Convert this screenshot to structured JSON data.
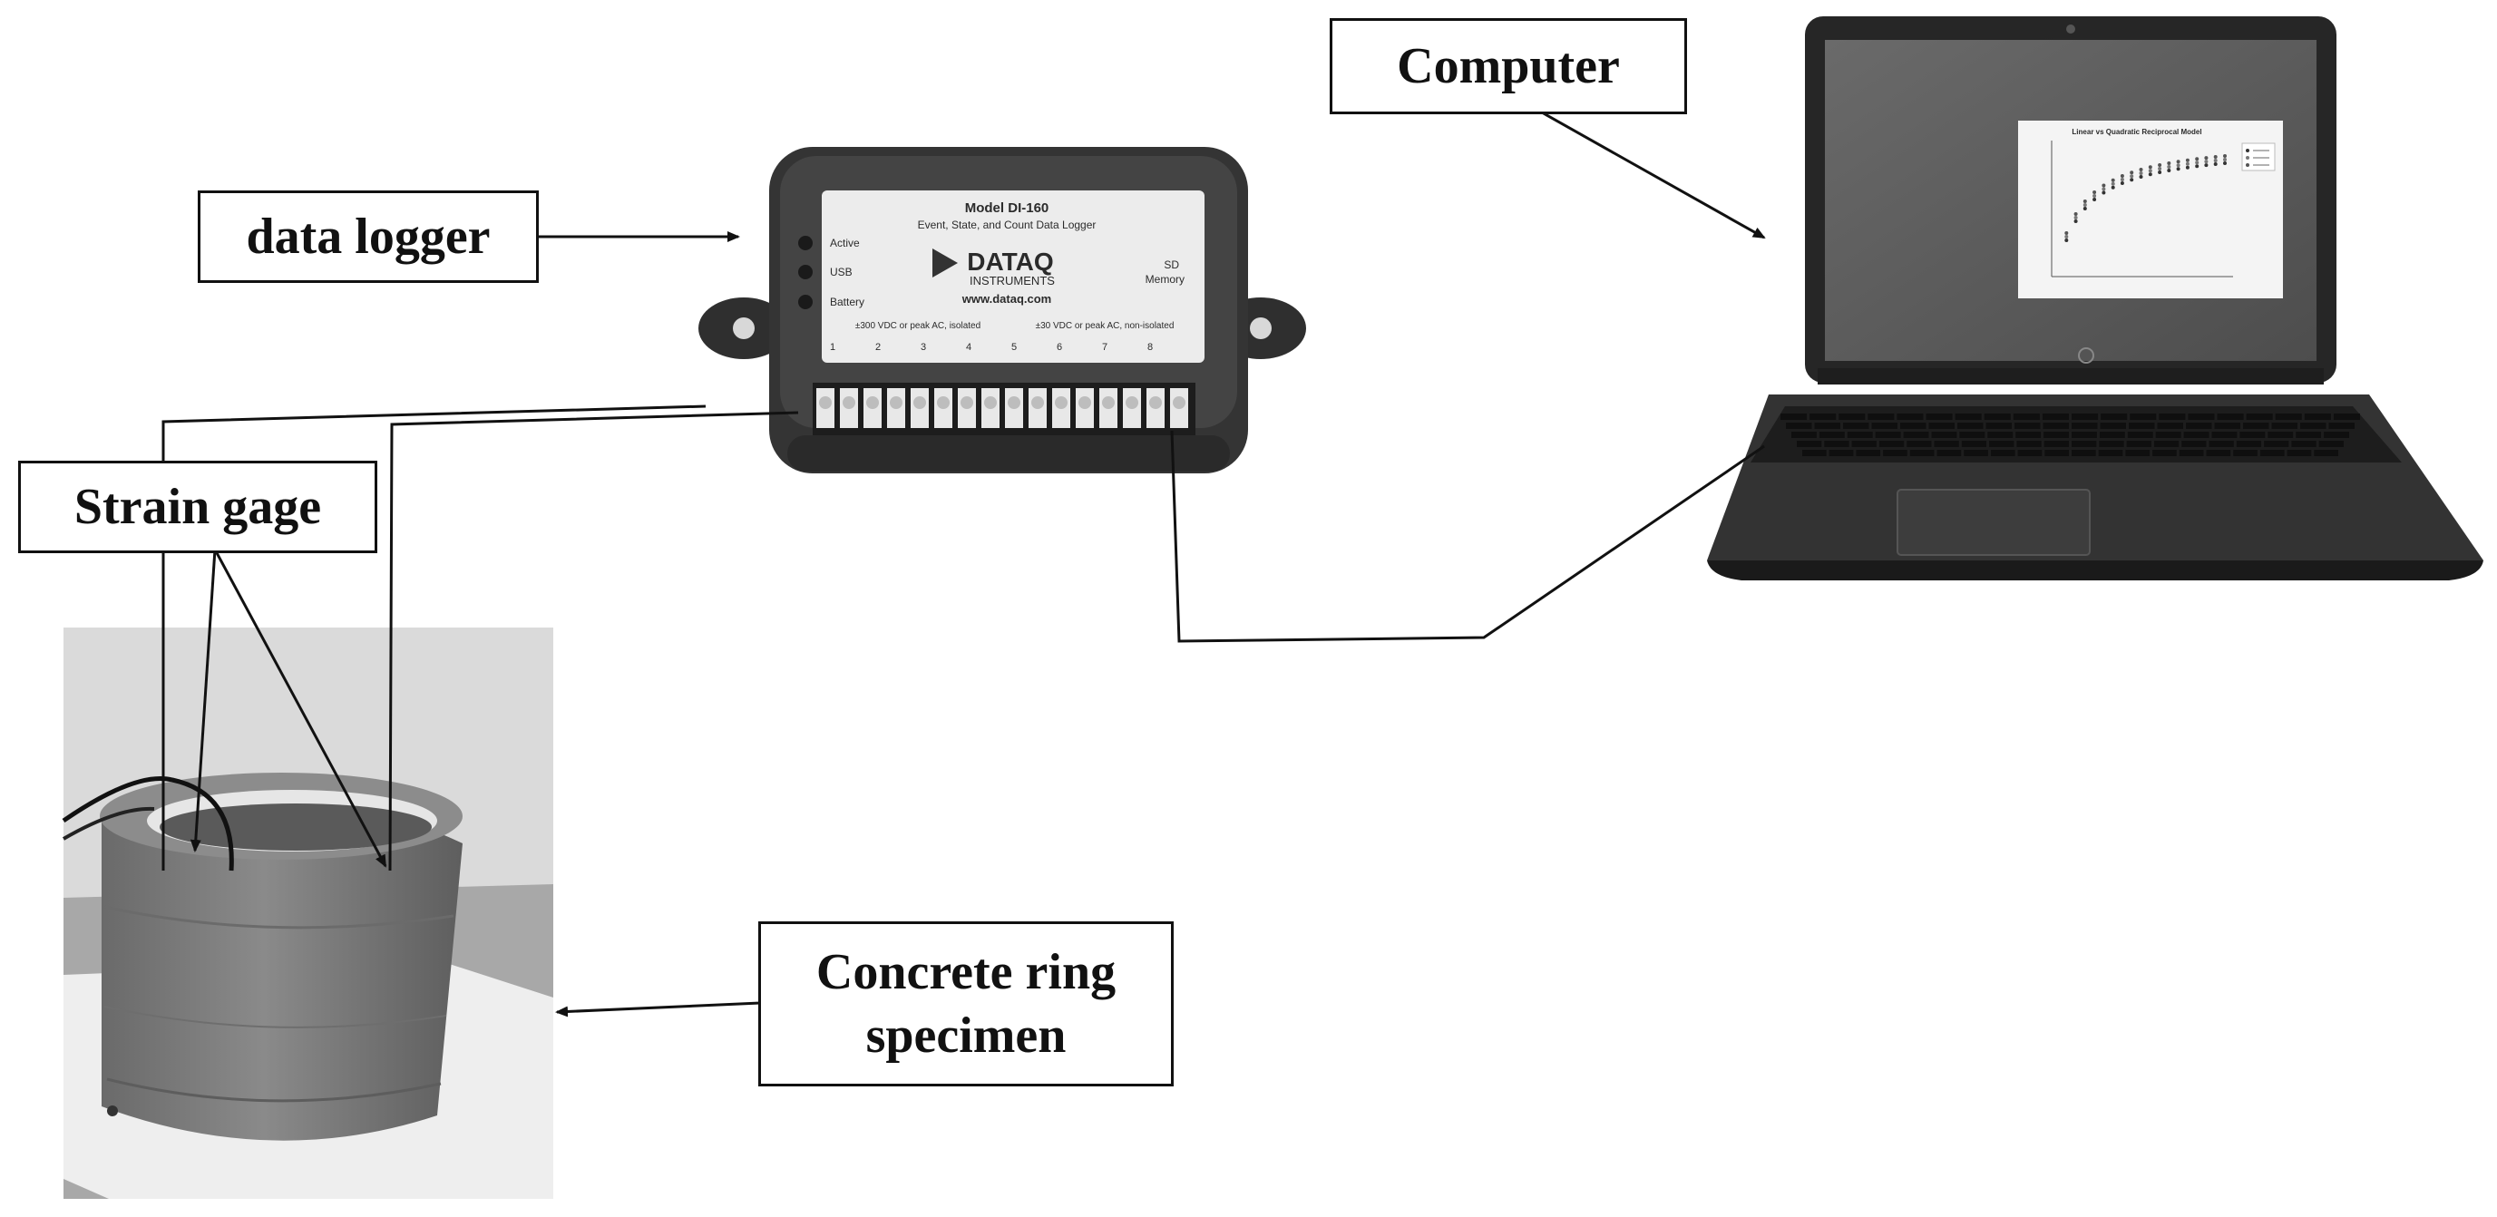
{
  "labels": {
    "data_logger": "data logger",
    "computer": "Computer",
    "strain_gage": "Strain gage",
    "concrete_ring_line1": "Concrete ring",
    "concrete_ring_line2": "specimen"
  },
  "logger_device": {
    "model": "Model DI-160",
    "subtitle": "Event, State, and Count Data Logger",
    "brand": "DATAQ",
    "brand_sub": "INSTRUMENTS",
    "url": "www.dataq.com",
    "led_active": "Active",
    "led_usb": "USB",
    "led_battery": "Battery",
    "sd_line1": "SD",
    "sd_line2": "Memory",
    "range_isolated": "±300 VDC or peak AC, isolated",
    "range_nonisolated": "±30 VDC or peak AC, non-isolated",
    "channels": [
      "1",
      "2",
      "3",
      "4",
      "5",
      "6",
      "7",
      "8"
    ]
  },
  "laptop_screen": {
    "chart_title": "Linear vs Quadratic Reciprocal Model"
  },
  "colors": {
    "line": "#111111",
    "device_body": "#3a3a3a",
    "laptop_body": "#2a2a2a",
    "screen": "#5f5f5f",
    "concrete": "#7a7a7a",
    "photo_bg": "#cfcfcf"
  }
}
